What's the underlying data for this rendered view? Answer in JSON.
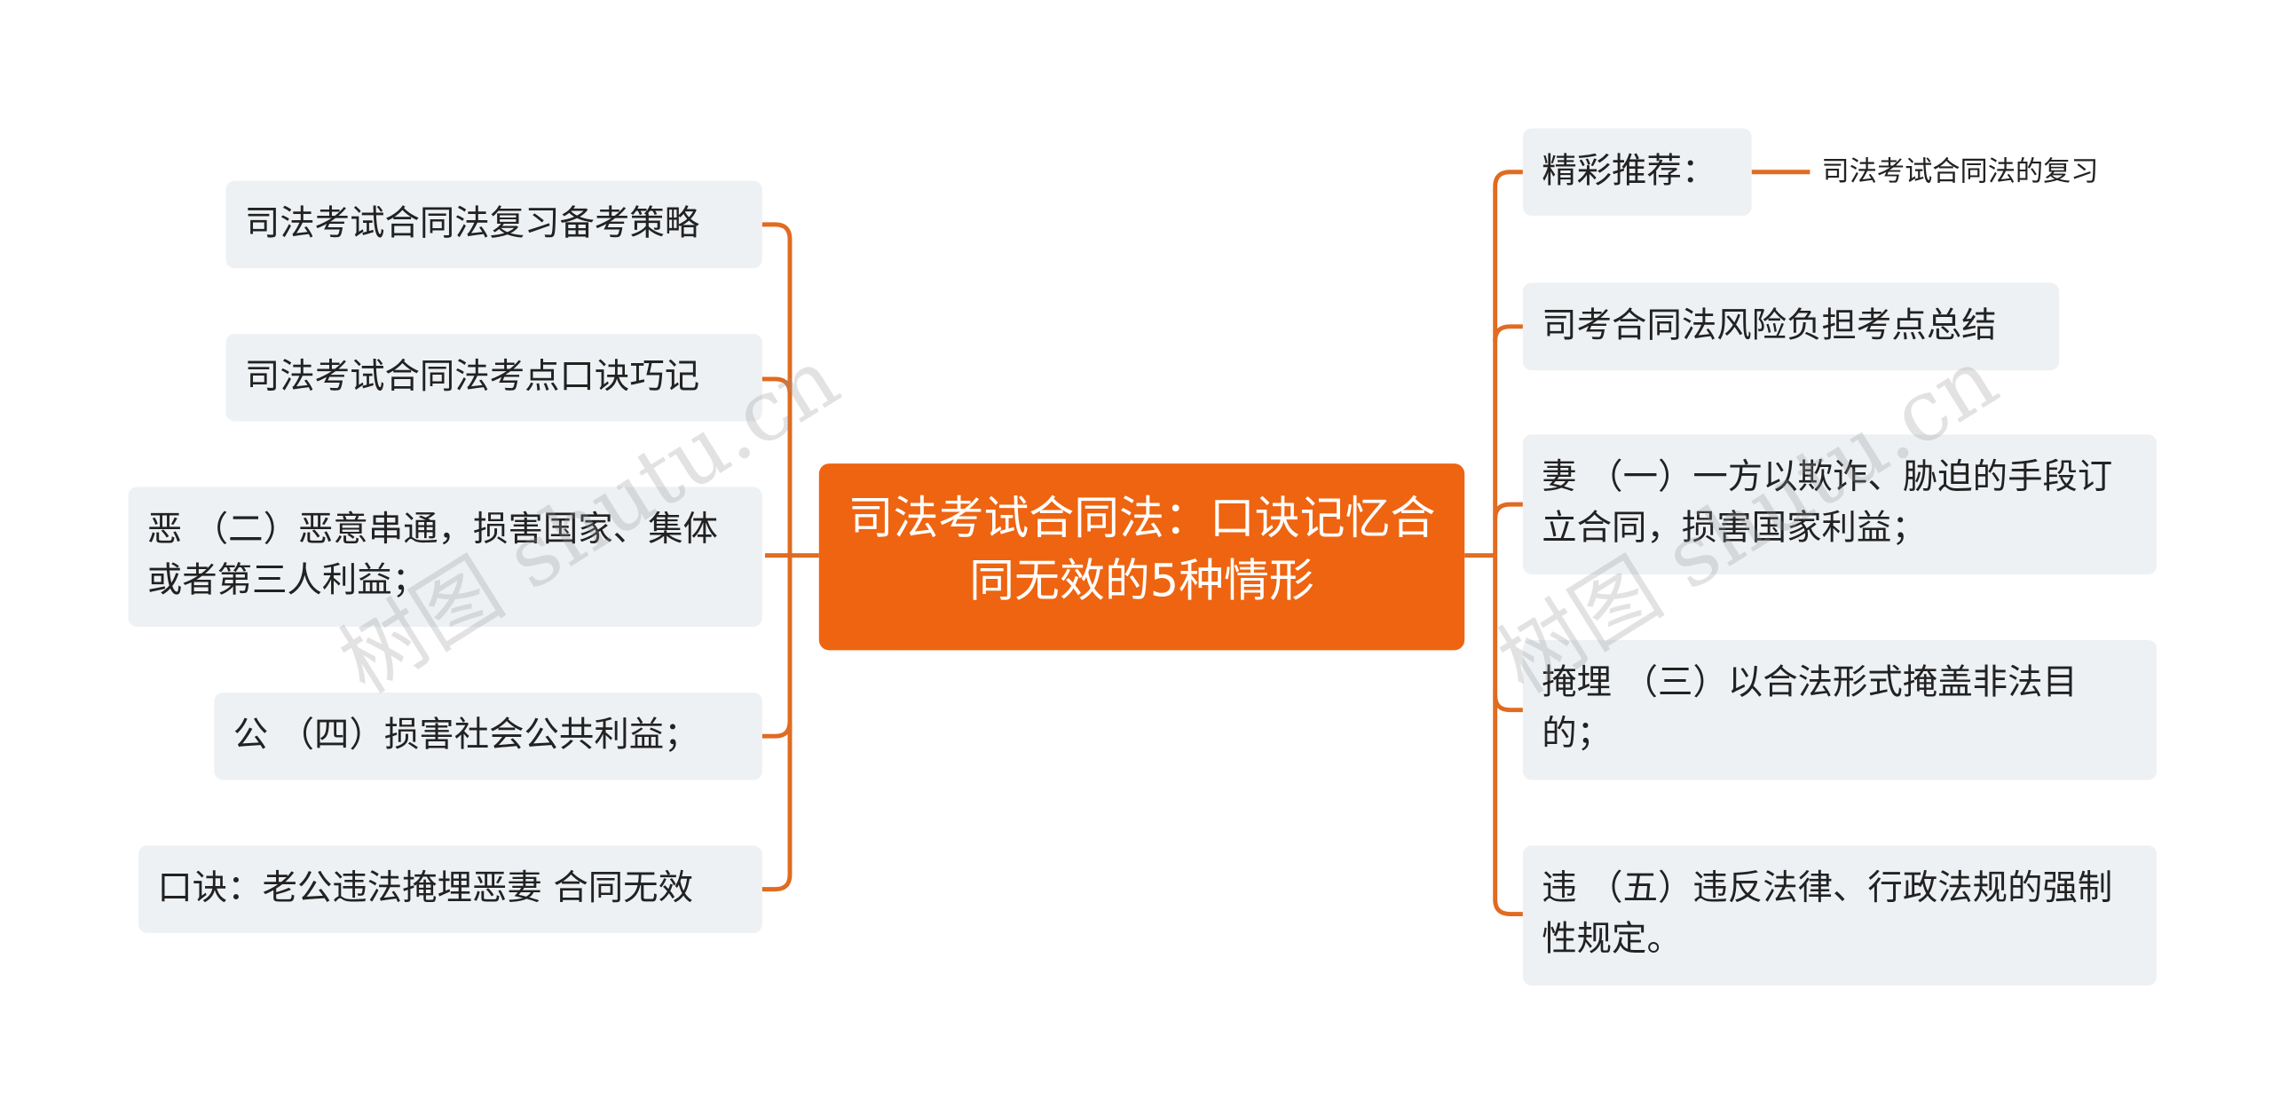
{
  "colors": {
    "accent": "#ee6410",
    "node_bg": "#eef1f4",
    "link": "#e06b21"
  },
  "root": {
    "title": "司法考试合同法：口诀记忆合同无效的5种情形"
  },
  "left": [
    {
      "text": "司法考试合同法复习备考策略"
    },
    {
      "text": "司法考试合同法考点口诀巧记"
    },
    {
      "text": "恶 （二）恶意串通，损害国家、集体或者第三人利益；"
    },
    {
      "text": "公 （四）损害社会公共利益；"
    },
    {
      "text": "口诀：老公违法掩埋恶妻 合同无效"
    }
  ],
  "right": [
    {
      "text": "精彩推荐：",
      "child": "司法考试合同法的复习"
    },
    {
      "text": "司考合同法风险负担考点总结"
    },
    {
      "text": "妻 （一）一方以欺诈、胁迫的手段订立合同，损害国家利益；"
    },
    {
      "text": "掩埋 （三）以合法形式掩盖非法目的；"
    },
    {
      "text": "违 （五）违反法律、行政法规的强制性规定。"
    }
  ],
  "watermark": "树图 shutu.cn"
}
